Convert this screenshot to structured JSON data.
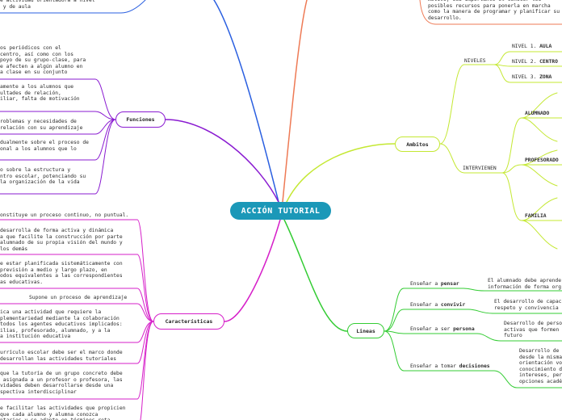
{
  "central": {
    "title": "ACCIÓN TUTORIAL"
  },
  "branches": {
    "ambitos": {
      "label": "Ambitos",
      "niveles": {
        "label": "NIVELES",
        "items": [
          {
            "prefix": "NIVEL 1. ",
            "strong": "AULA"
          },
          {
            "prefix": "NIVEL 2. ",
            "strong": "CENTRO"
          },
          {
            "prefix": "NIVEL 3. ",
            "strong": "ZONA"
          }
        ]
      },
      "intervienen": {
        "label": "INTERVIENEN",
        "items": [
          "ALUMNADO",
          "PROFESORADO",
          "FAMILIA"
        ]
      }
    },
    "lineas": {
      "label": "Lineas",
      "items": [
        {
          "prefix": "Enseñar a ",
          "strong": "pensar",
          "detail": "El alumnado debe aprende\ninformación de forma org"
        },
        {
          "prefix": "Enseñar a ",
          "strong": "convivir",
          "detail": "El desarrollo de capac\nrespeto y convivencia"
        },
        {
          "prefix": "Enseñar a ser ",
          "strong": "persona",
          "detail": "Desarrollo de perso\nactivas que formen\nfuturo"
        },
        {
          "prefix": "Enseñar a tomar ",
          "strong": "decisiones",
          "detail": "Desarrollo de\ndesde la misma\norientación vo\nconocimiento d\nintereses, per\nopciones acadé"
        }
      ]
    },
    "funciones": {
      "label": "Funciones",
      "items": [
        "os periódicos con el\ncentro, así como con los\npoyo de su grupo-clase, para\ne afecten a algún alumno en\na clase en su conjunto",
        "amente a los alumnos que\nultades de relación,\niliar, falta de motivación",
        "roblemas y necesidades de\nrelación con su aprendizaje",
        "dualmente sobre el proceso de\nonal a los alumnos que lo",
        "o sobre la estructura y\nntro escolar, potenciando su\nla organización de la vida"
      ]
    },
    "caracteristicas": {
      "label": "Características",
      "items": [
        "onstituye un proceso continuo, no puntual.",
        "desarrolla de forma activa y dinámica\na que facilite la construcción por parte\nalumnado de su propia visión del mundo y\nlos demás",
        "e estar planificada sistemáticamente con\nprevisión a medio y largo plazo, en\nodos equivalentes a las correspondientes\nas educativas.",
        "Supone un proceso de aprendizaje",
        "ica una actividad que requiere la\nplementariedad mediante la colaboración\ntodos los agentes educativos implicados:\nilias, profesorado, alumnado, y a la\na institución educativa",
        "urrículo escolar debe ser el marco donde\ndesarrollan las actividades tutoriales",
        "que la tutoría de un grupo concreto debe\n asignada a un profesor o profesora, las\nvidades deben desarrollarse desde una\nspectiva interdisciplinar",
        "e facilitar las actividades que propicien\nque cada alumno y alumna conozca\nntarios y se adapte en términos reta"
      ]
    },
    "top_left": {
      "text": "e actividad orientadora a nivel\n y de aula"
    },
    "top_right": {
      "text": "motivo, sea importante el conocer los\nposibles recursos para ponerla en marcha\ncomo la manera de programar y planificar su\ndesarrollo."
    }
  },
  "colors": {
    "central": "#1b98b8",
    "ambitos": "#c4e832",
    "lineas": "#33cc33",
    "funciones": "#8a1bd1",
    "caracteristicas": "#d61fc9",
    "blue": "#2a5fe0",
    "orange": "#ee7a55"
  }
}
